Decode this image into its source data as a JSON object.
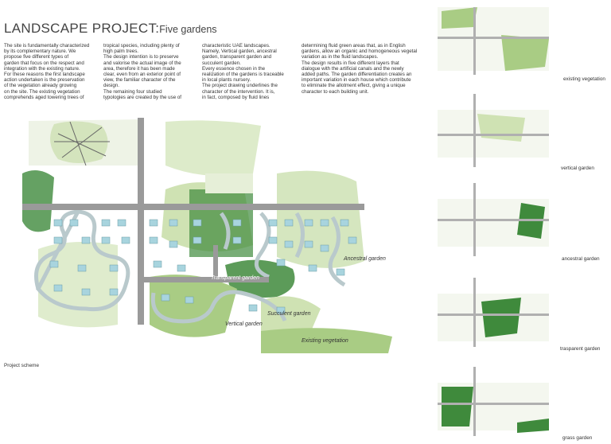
{
  "title": {
    "main": "LANDSCAPE PROJECT:",
    "sub": "Five gardens"
  },
  "text_columns": [
    [
      "The site is fundamentally characterized",
      "by its complementary nature. We",
      "propose five different types of",
      "garden that focus on the respect and",
      "integration with the existing nature.",
      "For these reasons the first landscape",
      "action undertaken is the preservation",
      "of the vegetation already growing",
      "on the site. The existing vegetation",
      "comprehends aged towering trees of"
    ],
    [
      "tropical species, including plenty of",
      "high palm trees.",
      "The design intention is to preserve",
      "and valorise the actual image of the",
      "area, therefore it has been made",
      "clear, even from an exterior point of",
      "view, the familiar character of the",
      "design.",
      "The remaining four studied",
      "typologies are created by the use of"
    ],
    [
      "characteristic UAE landscapes.",
      "Namely, Vertical garden, ancestral",
      "garden, transparent garden and",
      "succulent garden.",
      "Every essence chosen in the",
      "realization of the gardens is traceable",
      "in local plants nursery.",
      "The project drawing underlines the",
      "character of the intervention. It is,",
      "in fact, composed by fluid lines"
    ],
    [
      "determining fluid green areas that, as in English",
      "gardens, allow an organic and homogeneous vegetal",
      "variation as in the fluid landscapes.",
      "The design results in five different layers that",
      "dialogue with the artificial canals and the newly",
      "added paths. The garden differentiation creates an",
      "important variation in each house  which contribute",
      "to eliminate the allotment effect, giving a unique",
      "character to each building unit."
    ]
  ],
  "map_labels": {
    "ancestral": "Ancestral garden",
    "transparent": "Transparent garden",
    "succulent": "Succulent garden",
    "vertical": "Vertical garden",
    "existing": "Existing vegetation"
  },
  "project_scheme": "Project scheme",
  "thumbnails": [
    "existing vegetation",
    "vertical garden",
    "ancestral garden",
    "trasparent garden",
    "grass garden"
  ],
  "colors": {
    "pale_green": "#cfe2b3",
    "mid_green": "#a9cc84",
    "dark_green": "#3f8a3c",
    "road": "#9a9a9a",
    "canal": "#b9c9cc",
    "house": "#a8d4de"
  }
}
